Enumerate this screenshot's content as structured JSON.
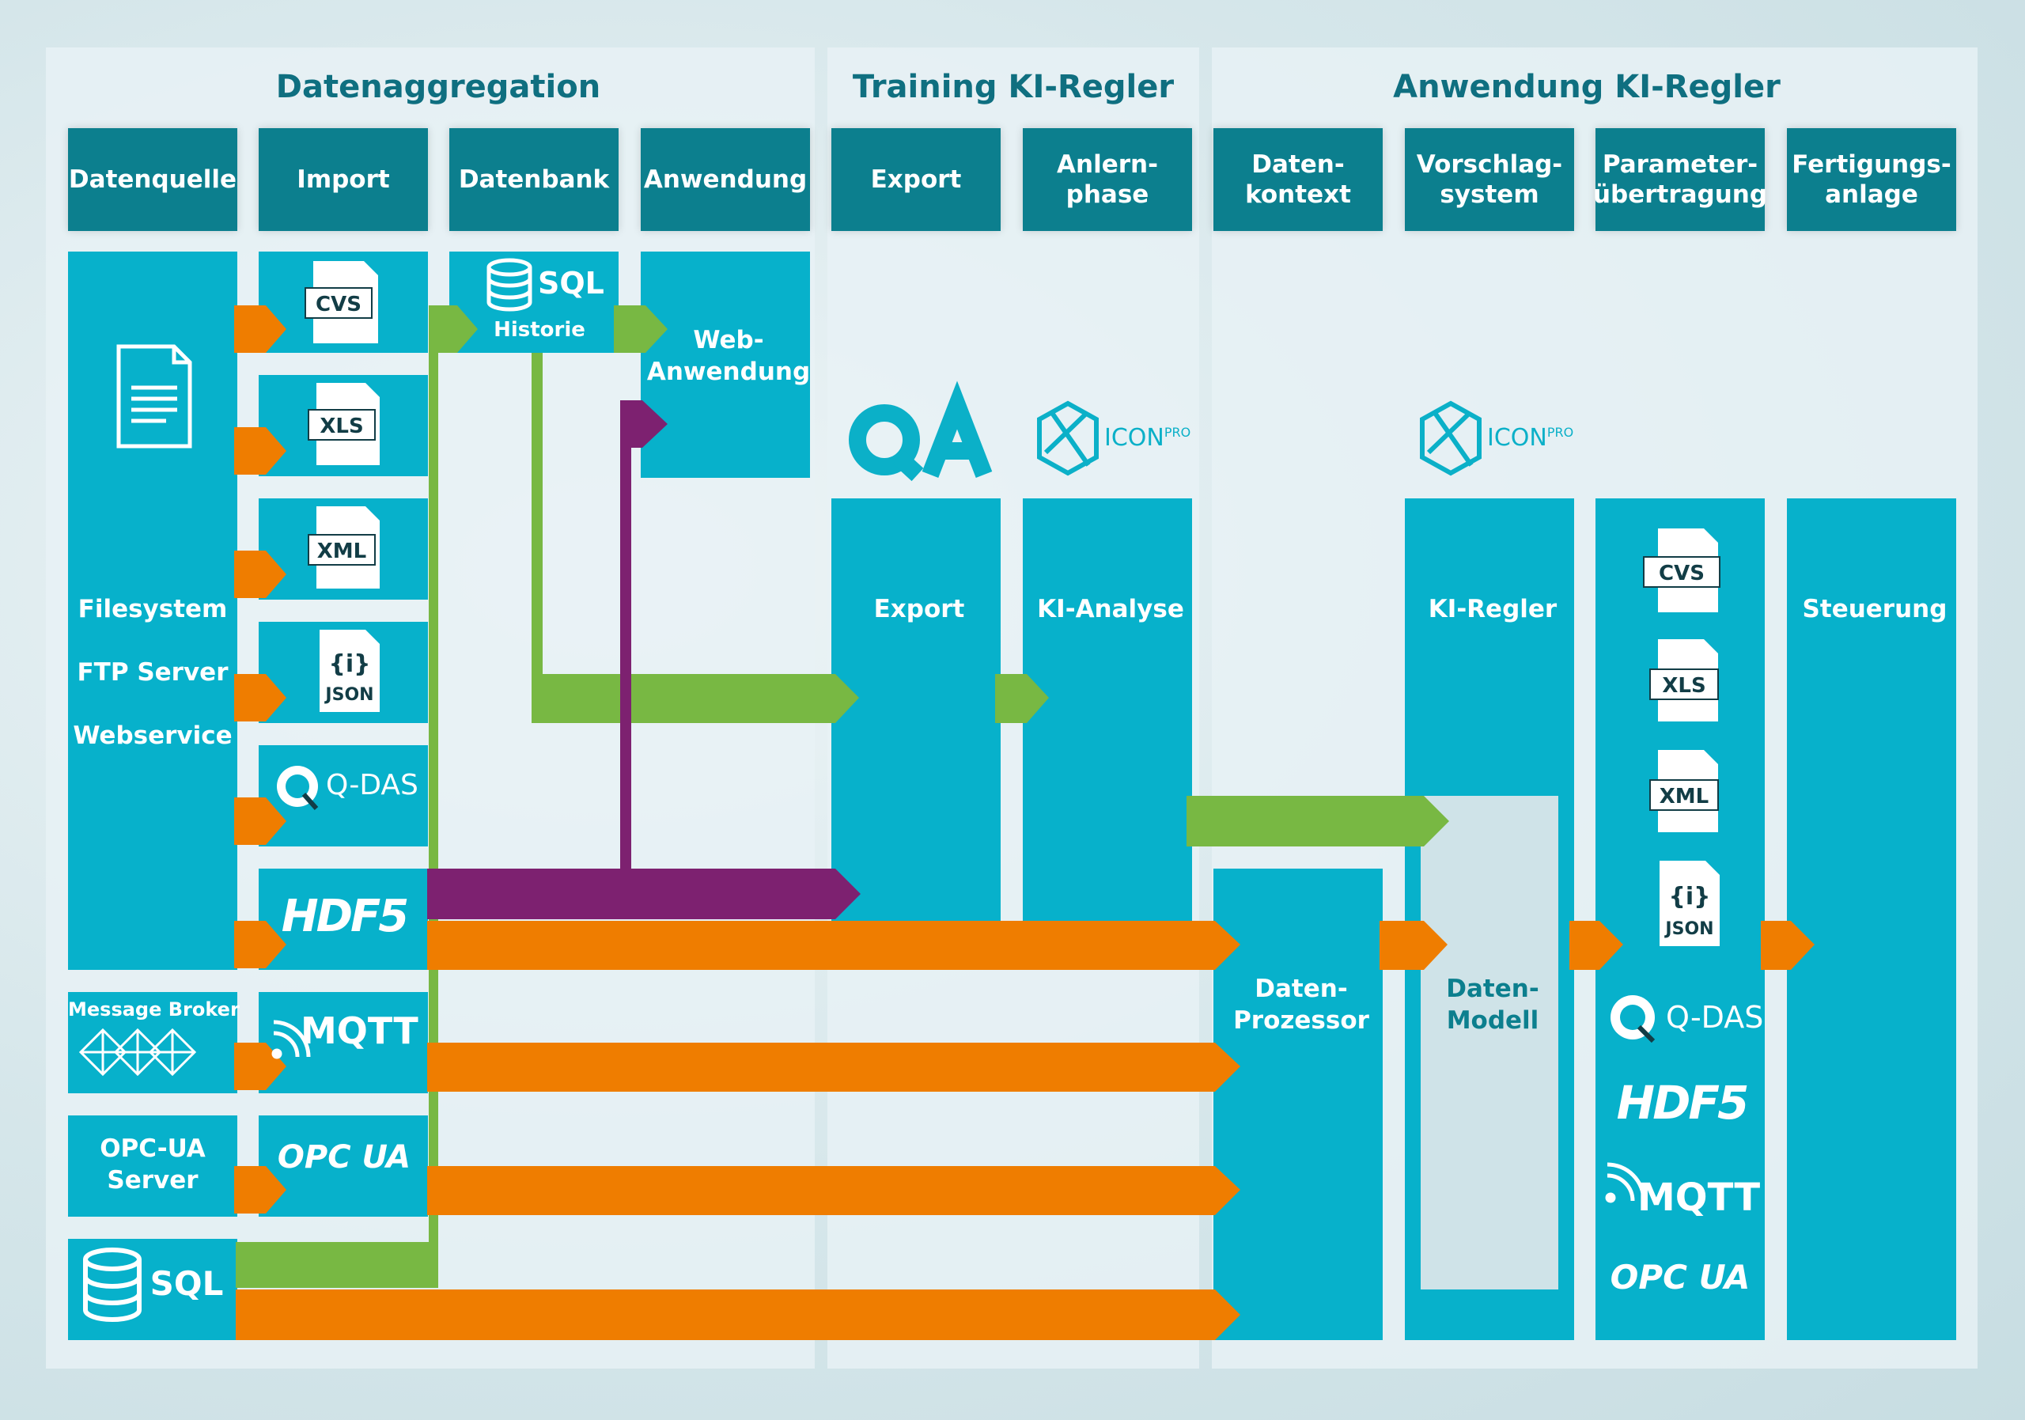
{
  "groups": {
    "aggregation": "Datenaggregation",
    "training": "Training KI-Regler",
    "application": "Anwendung KI-Regler"
  },
  "columns": {
    "datenquelle": "Datenquelle",
    "import": "Import",
    "datenbank": "Datenbank",
    "anwendung": "Anwendung",
    "export": "Export",
    "anlernphase": "Anlern-\nphase",
    "datenkontext": "Daten-\nkontext",
    "vorschlagsystem": "Vorschlag-\nsystem",
    "parameteruebertragung": "Parameter-\nübertragung",
    "fertigungsanlage": "Fertigungs-\nanlage"
  },
  "sources": {
    "filesystem": "Filesystem",
    "ftp": "FTP Server",
    "webservice": "Webservice",
    "message_broker": "Message Broker",
    "opcua_server": "OPC-UA\nServer",
    "sql": "SQL"
  },
  "formats": {
    "cvs": "CVS",
    "xls": "XLS",
    "xml": "XML",
    "json": "JSON",
    "json_glyph": "{i}",
    "qdas": "Q-DAS",
    "hdf5": "HDF5",
    "mqtt": "MQTT",
    "opcua": "OPC UA"
  },
  "database": {
    "sql": "SQL",
    "historie": "Historie"
  },
  "web_app": "Web-\nAnwendung",
  "logos": {
    "qa": "QA",
    "icon": "ICON",
    "icon_sup": "PRO"
  },
  "blocks": {
    "export": "Export",
    "ki_analyse": "KI-Analyse",
    "ki_regler": "KI-Regler",
    "steuerung": "Steuerung",
    "daten_prozessor": "Daten-\nProzessor",
    "daten_modell": "Daten-\nModell"
  },
  "colors": {
    "cyan": "#07b1cb",
    "teal_header": "#0c7f8e",
    "orange": "#ef7d00",
    "green": "#78b843",
    "purple": "#7d2170",
    "title": "#0f6f80"
  }
}
